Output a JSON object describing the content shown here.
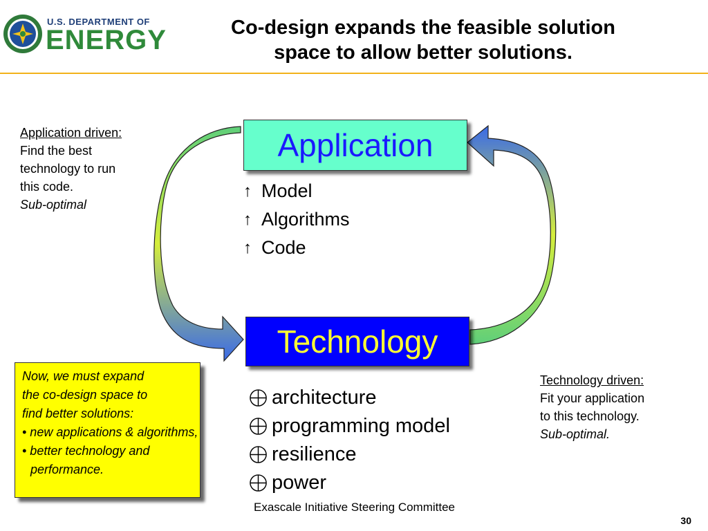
{
  "header": {
    "logo_small": "U.S. DEPARTMENT OF",
    "logo_big": "ENERGY",
    "title_line1": "Co-design expands the feasible solution",
    "title_line2": "space to allow better solutions."
  },
  "diagram": {
    "application_label": "Application",
    "technology_label": "Technology",
    "application_items": [
      "Model",
      "Algorithms",
      "Code"
    ],
    "technology_items": [
      "architecture",
      "programming model",
      "resilience",
      "power"
    ],
    "up_arrow_glyph": "↑",
    "colors": {
      "application_fill": "#66ffcc",
      "application_text": "#1a1aff",
      "technology_fill": "#0000ff",
      "technology_text": "#ffff33",
      "arrow_gradient_start": "#66cc66",
      "arrow_gradient_mid": "#ccee33",
      "arrow_gradient_end": "#3366ff"
    }
  },
  "notes": {
    "left_heading": "Application driven:",
    "left_line1": "Find the best",
    "left_line2": "technology to run",
    "left_line3": "this code.",
    "left_italic": "Sub-optimal",
    "right_heading": "Technology driven:",
    "right_line1": "Fit your application",
    "right_line2": "to this technology.",
    "right_italic": "Sub-optimal."
  },
  "callout": {
    "line1": "Now, we must expand",
    "line2": "the co-design space to",
    "line3": "find better solutions:",
    "bullet1": "• new applications & algorithms,",
    "bullet2": "• better technology and performance."
  },
  "footer": {
    "text": "Exascale Initiative Steering Committee",
    "page_number": "30"
  }
}
